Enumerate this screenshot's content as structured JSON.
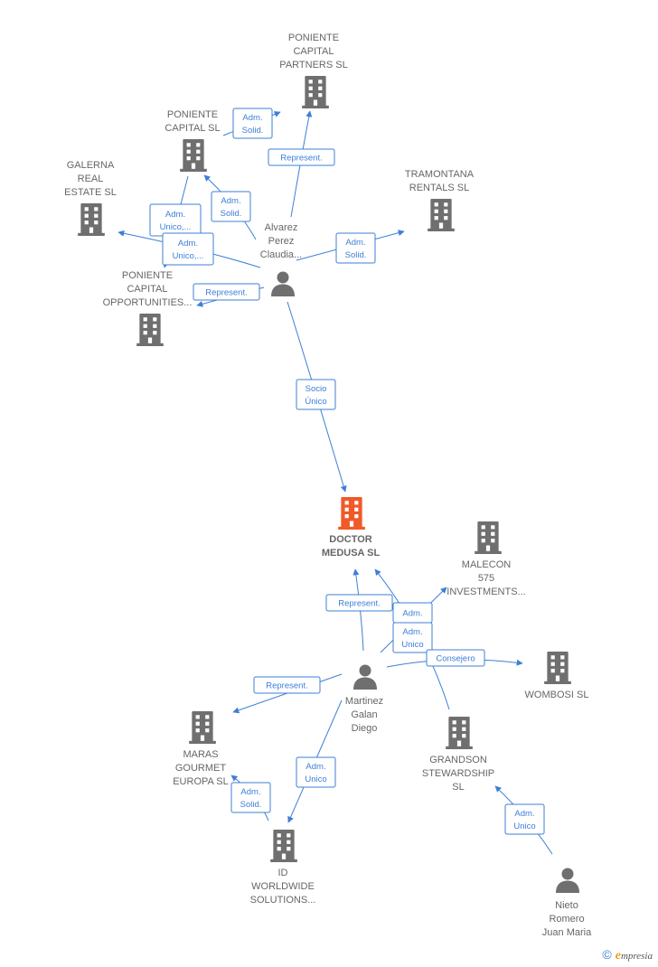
{
  "colors": {
    "edge": "#3d7fd6",
    "node": "#6f6f6f",
    "focus": "#f05a28"
  },
  "nodes": [
    {
      "id": "poniente_partners",
      "type": "company",
      "label": [
        "PONIENTE",
        "CAPITAL",
        "PARTNERS  SL"
      ]
    },
    {
      "id": "poniente_capital",
      "type": "company",
      "label": [
        "PONIENTE",
        "CAPITAL SL"
      ]
    },
    {
      "id": "galerna",
      "type": "company",
      "label": [
        "GALERNA",
        "REAL",
        "ESTATE  SL"
      ]
    },
    {
      "id": "tramontana",
      "type": "company",
      "label": [
        "TRAMONTANA",
        "RENTALS  SL"
      ]
    },
    {
      "id": "alvarez",
      "type": "person",
      "label": [
        "Alvarez",
        "Perez",
        "Claudia..."
      ]
    },
    {
      "id": "poniente_opp",
      "type": "company",
      "label": [
        "PONIENTE",
        "CAPITAL",
        "OPPORTUNITIES..."
      ]
    },
    {
      "id": "doctor",
      "type": "focus",
      "label": [
        "DOCTOR",
        "MEDUSA  SL"
      ]
    },
    {
      "id": "malecon",
      "type": "company",
      "label": [
        "MALECON",
        "575",
        "INVESTMENTS..."
      ]
    },
    {
      "id": "martinez",
      "type": "person",
      "label": [
        "Martinez",
        "Galan",
        "Diego"
      ]
    },
    {
      "id": "wombosi",
      "type": "company",
      "label": [
        "WOMBOSI SL"
      ]
    },
    {
      "id": "maras",
      "type": "company",
      "label": [
        "MARAS",
        "GOURMET",
        "EUROPA  SL"
      ]
    },
    {
      "id": "grandson",
      "type": "company",
      "label": [
        "GRANDSON",
        "STEWARDSHIP",
        "SL"
      ]
    },
    {
      "id": "id_worldwide",
      "type": "company",
      "label": [
        "ID",
        "WORLDWIDE",
        "SOLUTIONS..."
      ]
    },
    {
      "id": "nieto",
      "type": "person",
      "label": [
        "Nieto",
        "Romero",
        "Juan Maria"
      ]
    }
  ],
  "edges": [
    {
      "id": "e1",
      "label": [
        "Adm.",
        "Solid."
      ]
    },
    {
      "id": "e2",
      "label": [
        "Represent."
      ]
    },
    {
      "id": "e3",
      "label": [
        "Adm.",
        "Solid."
      ]
    },
    {
      "id": "e4",
      "label": [
        "Adm.",
        "Unico,..."
      ]
    },
    {
      "id": "e5",
      "label": [
        "Adm.",
        "Unico,..."
      ]
    },
    {
      "id": "e6",
      "label": [
        "Adm.",
        "Solid."
      ]
    },
    {
      "id": "e7",
      "label": [
        "Represent."
      ]
    },
    {
      "id": "e8",
      "label": [
        "Socio",
        "Único"
      ]
    },
    {
      "id": "e9",
      "label": [
        "Represent."
      ]
    },
    {
      "id": "e10",
      "label": [
        "Adm."
      ]
    },
    {
      "id": "e11",
      "label": [
        "Adm.",
        "Unico"
      ]
    },
    {
      "id": "e12",
      "label": [
        "Consejero"
      ]
    },
    {
      "id": "e13",
      "label": [
        "Represent."
      ]
    },
    {
      "id": "e14",
      "label": [
        "Adm.",
        "Unico"
      ]
    },
    {
      "id": "e15",
      "label": [
        "Adm.",
        "Solid."
      ]
    },
    {
      "id": "e16",
      "label": [
        "Adm.",
        "Unico"
      ]
    }
  ],
  "footer": {
    "copyright": "©",
    "brand_initial": "e",
    "brand_rest": "mpresia"
  }
}
